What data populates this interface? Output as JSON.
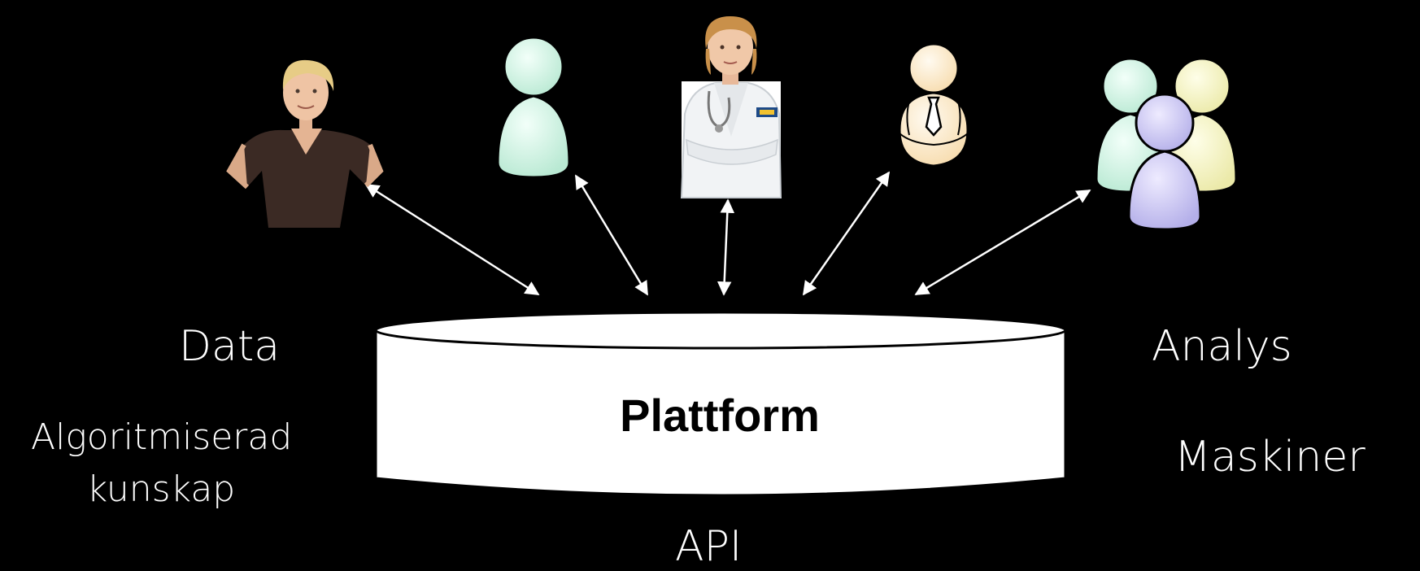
{
  "platform": {
    "title": "Plattform"
  },
  "labels": {
    "data": "Data",
    "algorithmic_knowledge": "Algoritmiserad kunskap",
    "analysis": "Analys",
    "machines": "Maskiner",
    "api": "API"
  },
  "colors": {
    "background": "#000000",
    "platform_fill": "#ffffff",
    "arrow": "#ffffff",
    "person_mint": "#cdf1e1",
    "person_peach": "#fde9c8",
    "person_lilac": "#c9c5f1",
    "person_yellow": "#f4f3c6"
  },
  "actors": [
    {
      "icon": "woman-photo-icon"
    },
    {
      "icon": "person-icon"
    },
    {
      "icon": "doctor-photo-icon"
    },
    {
      "icon": "businessperson-icon"
    },
    {
      "icon": "group-icon"
    }
  ]
}
